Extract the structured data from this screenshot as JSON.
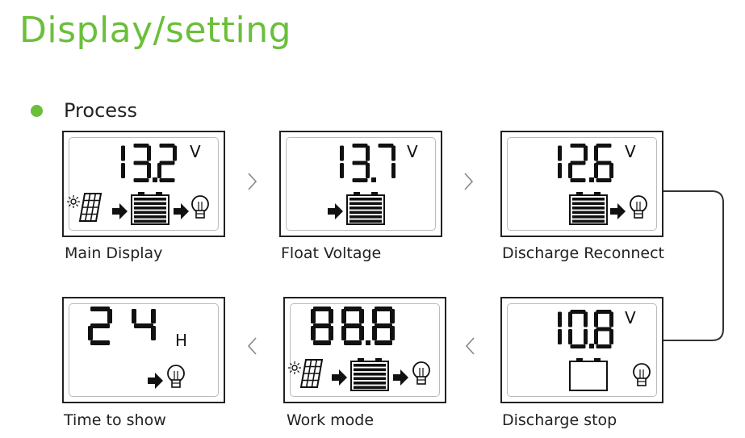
{
  "page": {
    "title": "Display/setting",
    "section_label": "Process",
    "accent_color": "#6bbf3a"
  },
  "panels": [
    {
      "id": "main",
      "value": "13.2",
      "unit": "V",
      "label": "Main Display",
      "icons": [
        "sun-icon",
        "solar-panel-icon",
        "arrow-right-icon",
        "battery-full-icon",
        "arrow-right-icon",
        "bulb-icon"
      ]
    },
    {
      "id": "float",
      "value": "13.7",
      "unit": "V",
      "label": "Float Voltage",
      "icons": [
        "arrow-right-icon",
        "battery-full-icon"
      ]
    },
    {
      "id": "reconnect",
      "value": "12.6",
      "unit": "V",
      "label": "Discharge Reconnect",
      "icons": [
        "battery-full-icon",
        "arrow-right-icon",
        "bulb-icon"
      ]
    },
    {
      "id": "stop",
      "value": "10.8",
      "unit": "V",
      "label": "Discharge stop",
      "icons": [
        "battery-empty-icon",
        "bulb-icon"
      ]
    },
    {
      "id": "work",
      "value": "88.8",
      "unit": "",
      "label": "Work mode",
      "icons": [
        "sun-icon",
        "solar-panel-icon",
        "arrow-right-icon",
        "battery-full-icon",
        "arrow-right-icon",
        "bulb-icon"
      ]
    },
    {
      "id": "time",
      "value": "24",
      "unit": "H",
      "label": "Time to show",
      "icons": [
        "arrow-right-icon",
        "bulb-icon"
      ]
    }
  ],
  "flow_arrows": {
    "forward": "›",
    "backward": "‹"
  }
}
